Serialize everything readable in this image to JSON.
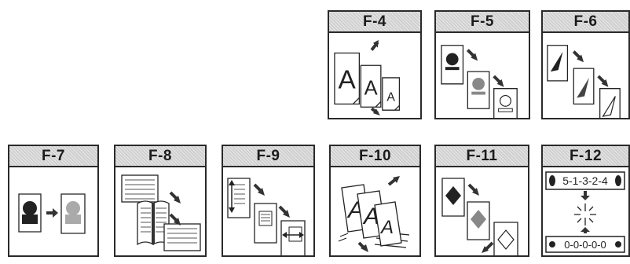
{
  "keys": [
    {
      "id": "F-4",
      "label": "F-4"
    },
    {
      "id": "F-5",
      "label": "F-5"
    },
    {
      "id": "F-6",
      "label": "F-6"
    },
    {
      "id": "F-7",
      "label": "F-7"
    },
    {
      "id": "F-8",
      "label": "F-8"
    },
    {
      "id": "F-9",
      "label": "F-9"
    },
    {
      "id": "F-10",
      "label": "F-10"
    },
    {
      "id": "F-11",
      "label": "F-11"
    },
    {
      "id": "F-12",
      "label": "F-12"
    }
  ],
  "f4_glyph": "A",
  "f10_glyph": "A",
  "f12": {
    "top_sequence": "5-1-3-2-4",
    "bottom_sequence": "0-0-0-0-0"
  }
}
